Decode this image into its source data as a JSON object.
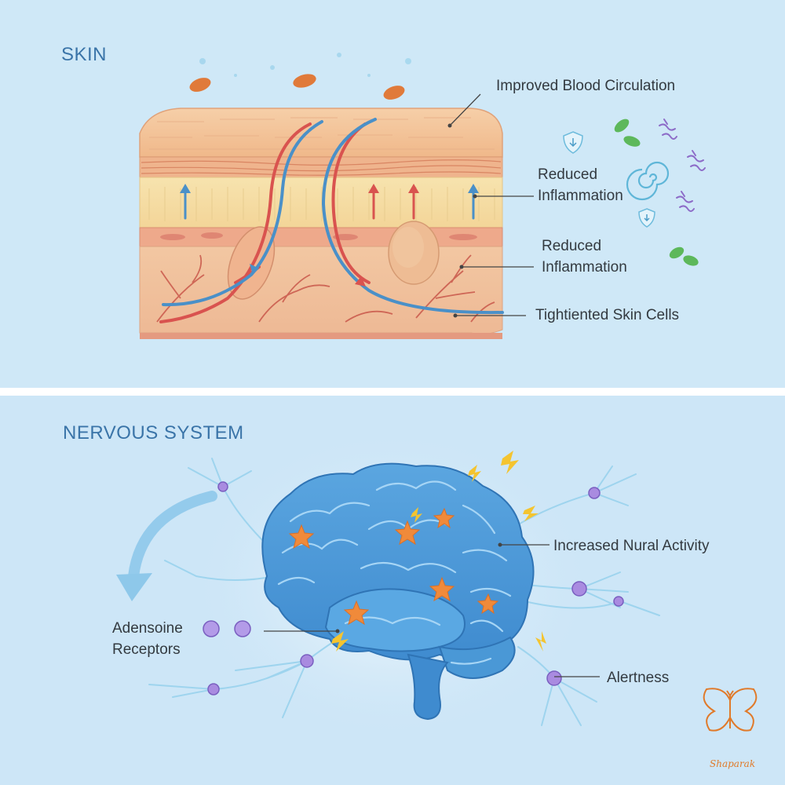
{
  "skin": {
    "title": "SKIN",
    "labels": {
      "blood_circulation": "Improved Blood Circulation",
      "reduced_inflammation_1": [
        "Reduced",
        "Inflammation"
      ],
      "reduced_inflammation_2": [
        "Reduced",
        "Inflammation"
      ],
      "tightened_cells": "Tightiented Skin Cells"
    }
  },
  "nervous": {
    "title": "NERVOUS SYSTEM",
    "labels": {
      "neural_activity": "Increased Nural Activity",
      "adenosine": [
        "Adensoine",
        "Receptors"
      ],
      "alertness": "Alertness"
    }
  },
  "logo": {
    "text": "Shaparak"
  },
  "colors": {
    "background": "#cfe8f7",
    "skin_tissue": "#f3c39b",
    "artery": "#d9534f",
    "vein": "#4a90c8",
    "brain": "#4f9bd9",
    "star": "#f08a3a",
    "receptor": "#a98be0",
    "lightning": "#f4c430",
    "leaf": "#5db85b",
    "logo": "#e07a2a"
  }
}
